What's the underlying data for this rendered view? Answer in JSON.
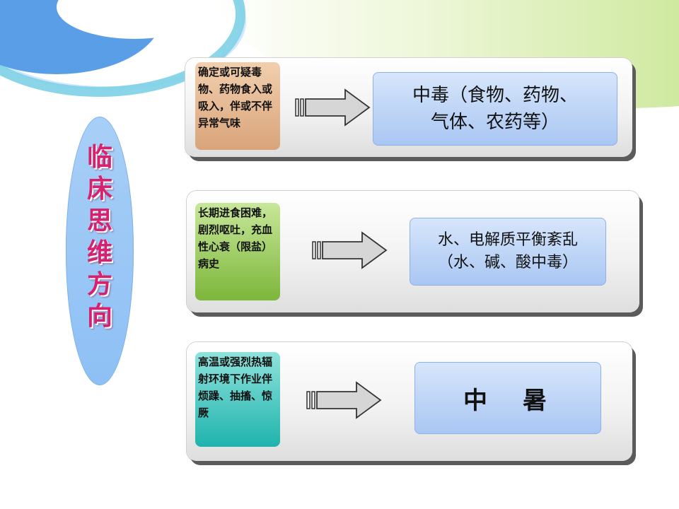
{
  "side_title": [
    "临",
    "床",
    "思",
    "维",
    "方",
    "向"
  ],
  "rows": [
    {
      "condition": "确定或可疑毒物、药物食入或吸入，伴或不伴异常气味",
      "result_line1": "中毒（食物、药物、",
      "result_line2": "气体、农药等）",
      "condition_color": "#e3b58f"
    },
    {
      "condition": "长期进食困难，剧烈呕吐，充血性心衰（限盐）病史",
      "result_line1": "水、电解质平衡紊乱",
      "result_line2": "（水、碱、酸中毒）",
      "condition_color": "#9ccf4a"
    },
    {
      "condition": "高温或强烈热辐射环境下作业伴烦躁、抽搐、惊厥",
      "result_line1": "中　暑",
      "result_line2": "",
      "condition_color": "#2ec7c0"
    }
  ]
}
